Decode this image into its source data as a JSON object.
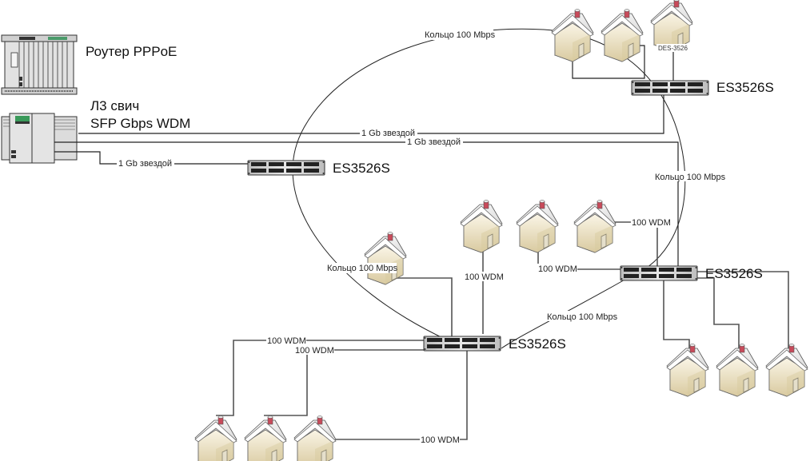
{
  "devices": {
    "router": {
      "label": "Роутер PPPoE"
    },
    "l3switch": {
      "label_line1": "Л3 свич",
      "label_line2": "SFP Gbps WDM"
    },
    "switch_center": {
      "label": "ES3526S"
    },
    "switch_top_right": {
      "label": "ES3526S"
    },
    "switch_right": {
      "label": "ES3526S"
    },
    "switch_bottom": {
      "label": "ES3526S"
    },
    "des_house": {
      "label": "DES-3526"
    }
  },
  "links": {
    "gb_star_1": "1 Gb звездой",
    "gb_star_2": "1 Gb звездой",
    "gb_star_3": "1 Gb звездой",
    "ring_top": "Кольцо 100 Mbps",
    "ring_right": "Кольцо 100 Mbps",
    "ring_left": "Кольцо 100 Mbps",
    "ring_bottom_right": "Кольцо 100 Mbps",
    "wdm_right_house3": "100 WDM",
    "wdm_right_house2": "100 WDM",
    "wdm_mid_house1": "100 WDM",
    "wdm_bottom_a": "100 WDM",
    "wdm_bottom_b": "100 WDM",
    "wdm_bottom_c": "100 WDM"
  },
  "colors": {
    "house_wall": "#efe6cf",
    "house_roof": "#f4f4f4",
    "chimney": "#c84a5a",
    "switch_body": "#c8c8c8",
    "switch_port": "#222222"
  }
}
